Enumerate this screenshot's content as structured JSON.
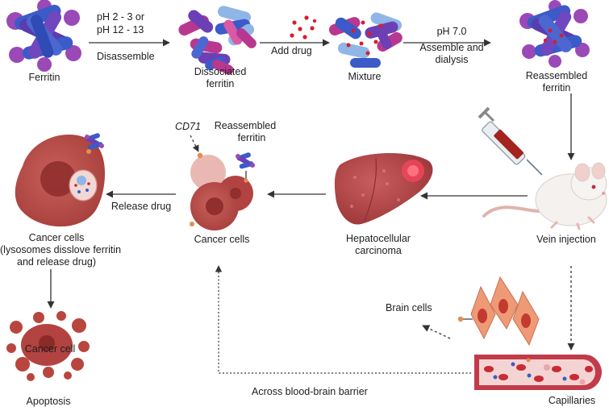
{
  "labels": {
    "ferritin": "Ferritin",
    "step1_line1": "pH 2 - 3 or",
    "step1_line2": "pH 12 - 13",
    "step1_action": "Disassemble",
    "dissociated_line1": "Dissociated",
    "dissociated_line2": "ferritin",
    "add_drug": "Add drug",
    "mixture": "Mixture",
    "step3_ph": "pH 7.0",
    "step3_line1": "Assemble and",
    "step3_line2": "dialysis",
    "reassembled_top_line1": "Reassembled",
    "reassembled_top_line2": "ferritin",
    "cd71": "CD71",
    "reassembled_mid_line1": "Reassembled",
    "reassembled_mid_line2": "ferritin",
    "release_drug": "Release drug",
    "cancer_cells_mid": "Cancer cells",
    "cancer_left_line1": "Cancer cells",
    "cancer_left_line2": "(lysosomes disslove ferritin",
    "cancer_left_line3": "and release drug)",
    "hcc_line1": "Hepatocellular",
    "hcc_line2": "carcinoma",
    "vein_injection": "Vein injection",
    "brain_cells": "Brain cells",
    "cancer_cell": "Cancer cell",
    "apoptosis": "Apoptosis",
    "bbb": "Across blood-brain barrier",
    "capillaries": "Capillaries"
  },
  "colors": {
    "ferritin_blue": "#3b5bc8",
    "ferritin_purple": "#6c3fb5",
    "ferritin_magenta": "#b8388f",
    "ferritin_light": "#8fb6e6",
    "drug_red": "#d81e2a",
    "cell_red": "#b5423f",
    "cell_dark": "#8c2a28",
    "liver": "#b84648",
    "brain_cell": "#ee9a76",
    "vessel": "#a8263a",
    "arrow": "#333333"
  },
  "icons": {
    "ferritin": "ferritin-cluster-icon",
    "drug": "drug-particles-icon",
    "syringe": "syringe-icon",
    "mouse": "mouse-icon",
    "liver": "liver-icon",
    "cancer_cell": "cancer-cell-icon",
    "brain_cell": "brain-cell-icon",
    "capillary": "capillary-icon"
  }
}
